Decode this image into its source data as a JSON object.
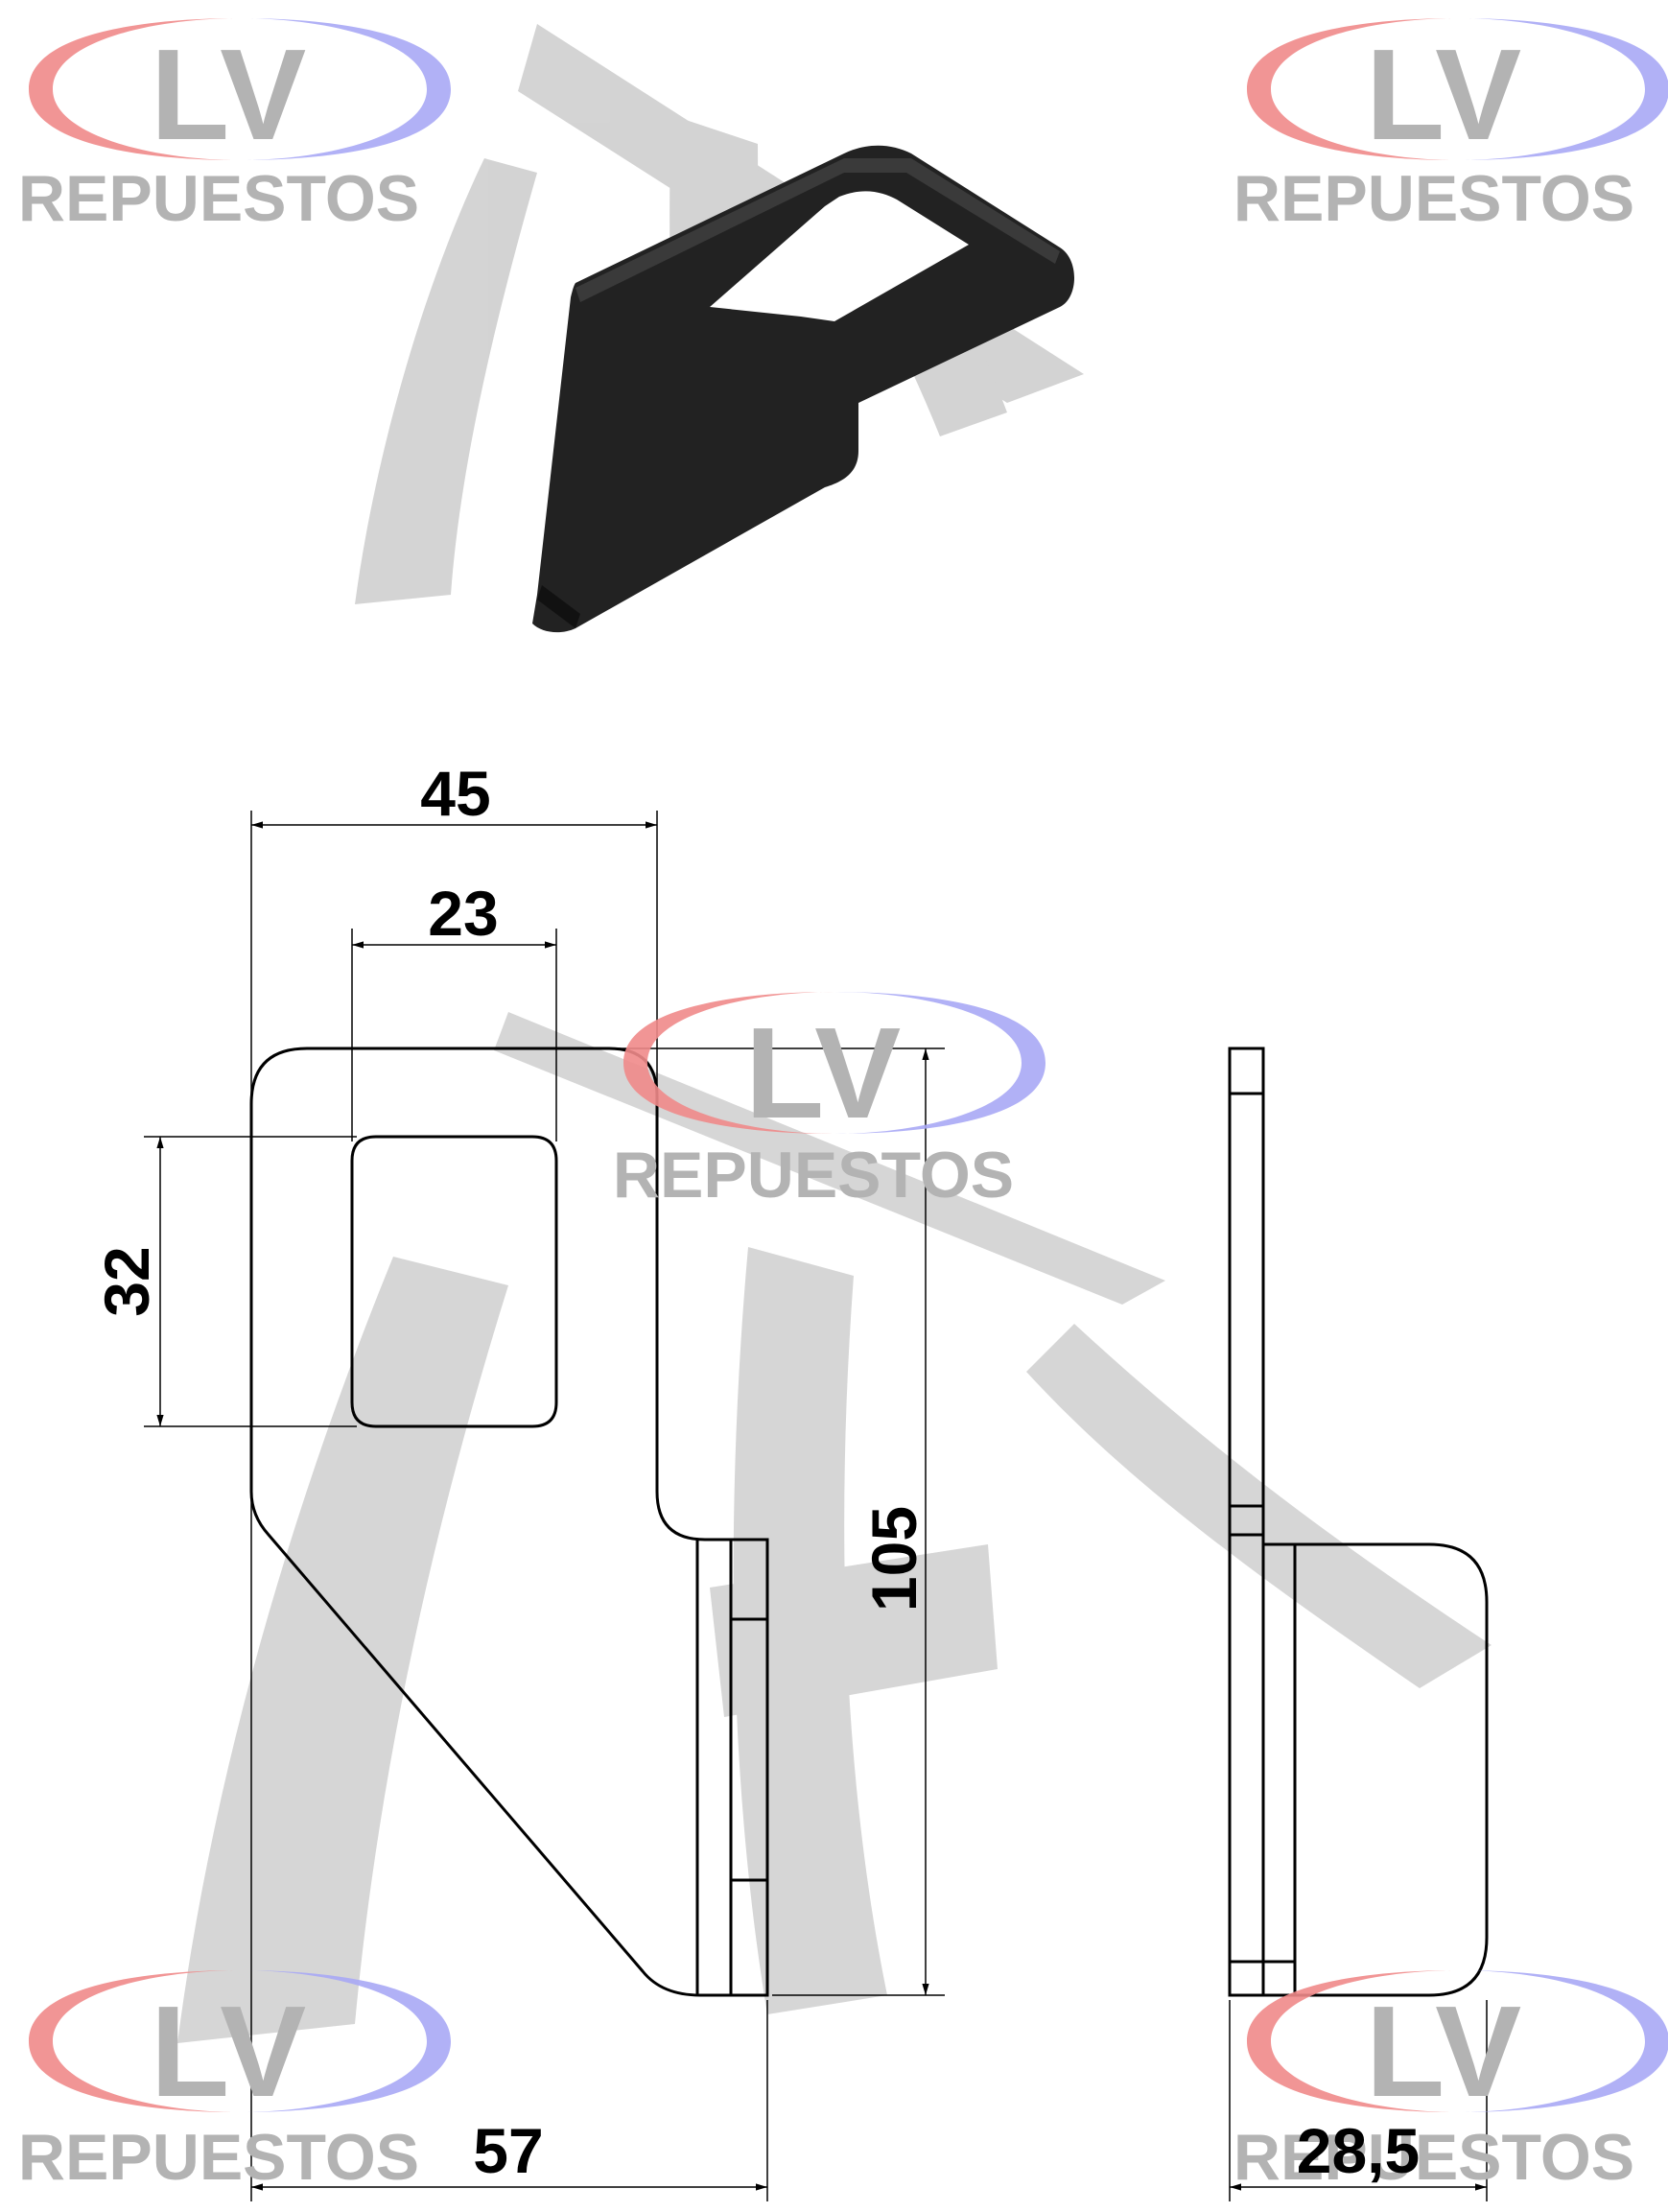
{
  "brand": {
    "initials": "LV",
    "name": "REPUESTOS",
    "text_color": "#b3b3b3",
    "ring_left_color": "#f08a8a",
    "ring_right_color": "#a9a9f5"
  },
  "drawing": {
    "line_color": "#000000",
    "part_color": "#222222",
    "watermark_color": "#cccccc"
  },
  "dimensions": {
    "overall_width": "45",
    "window_width": "23",
    "window_height": "32",
    "overall_height": "105",
    "base_width": "57",
    "side_depth": "28,5"
  }
}
